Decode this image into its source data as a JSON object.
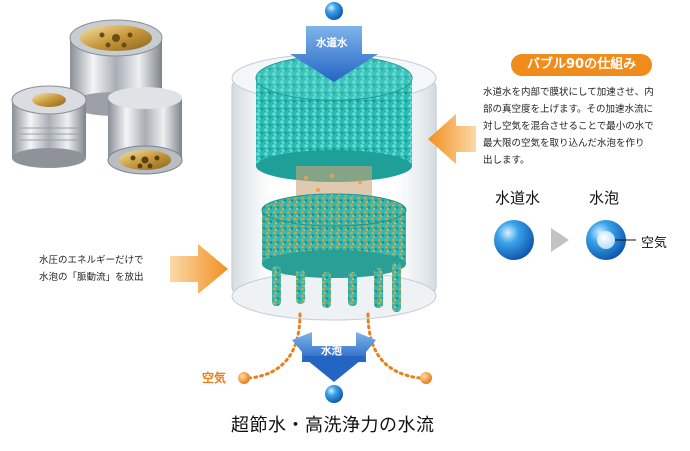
{
  "top_label": "水道水",
  "bottom_arrow_label": "水泡",
  "air_label_orange": "空気",
  "bottom_title": "超節水・高洗浄力の水流",
  "left_note": {
    "lines": [
      "水圧のエネルギーだけで",
      "水泡の「脈動流」を放出"
    ]
  },
  "mechanism": {
    "badge": "バブル90の仕組み",
    "lines": [
      "水道水を内部で膜状にして加速させ、内",
      "部の真空度を上げます。その加速水流に",
      "対し空気を混合させることで最小の水で",
      "最大限の空気を取り込んだ水泡を作り",
      "出します。"
    ]
  },
  "bubble_legend": {
    "water": "水道水",
    "bubble": "水泡",
    "air": "空気"
  },
  "colors": {
    "orange": "#f08c1c",
    "blue_arrow": "#2f78d0",
    "teal": "#2bbcb4",
    "sphere": "#1a7fd6"
  },
  "icons": [
    "water-drop-icon",
    "down-arrow-icon",
    "right-arrow-icon",
    "left-arrow-icon",
    "triangle-arrow-icon"
  ]
}
